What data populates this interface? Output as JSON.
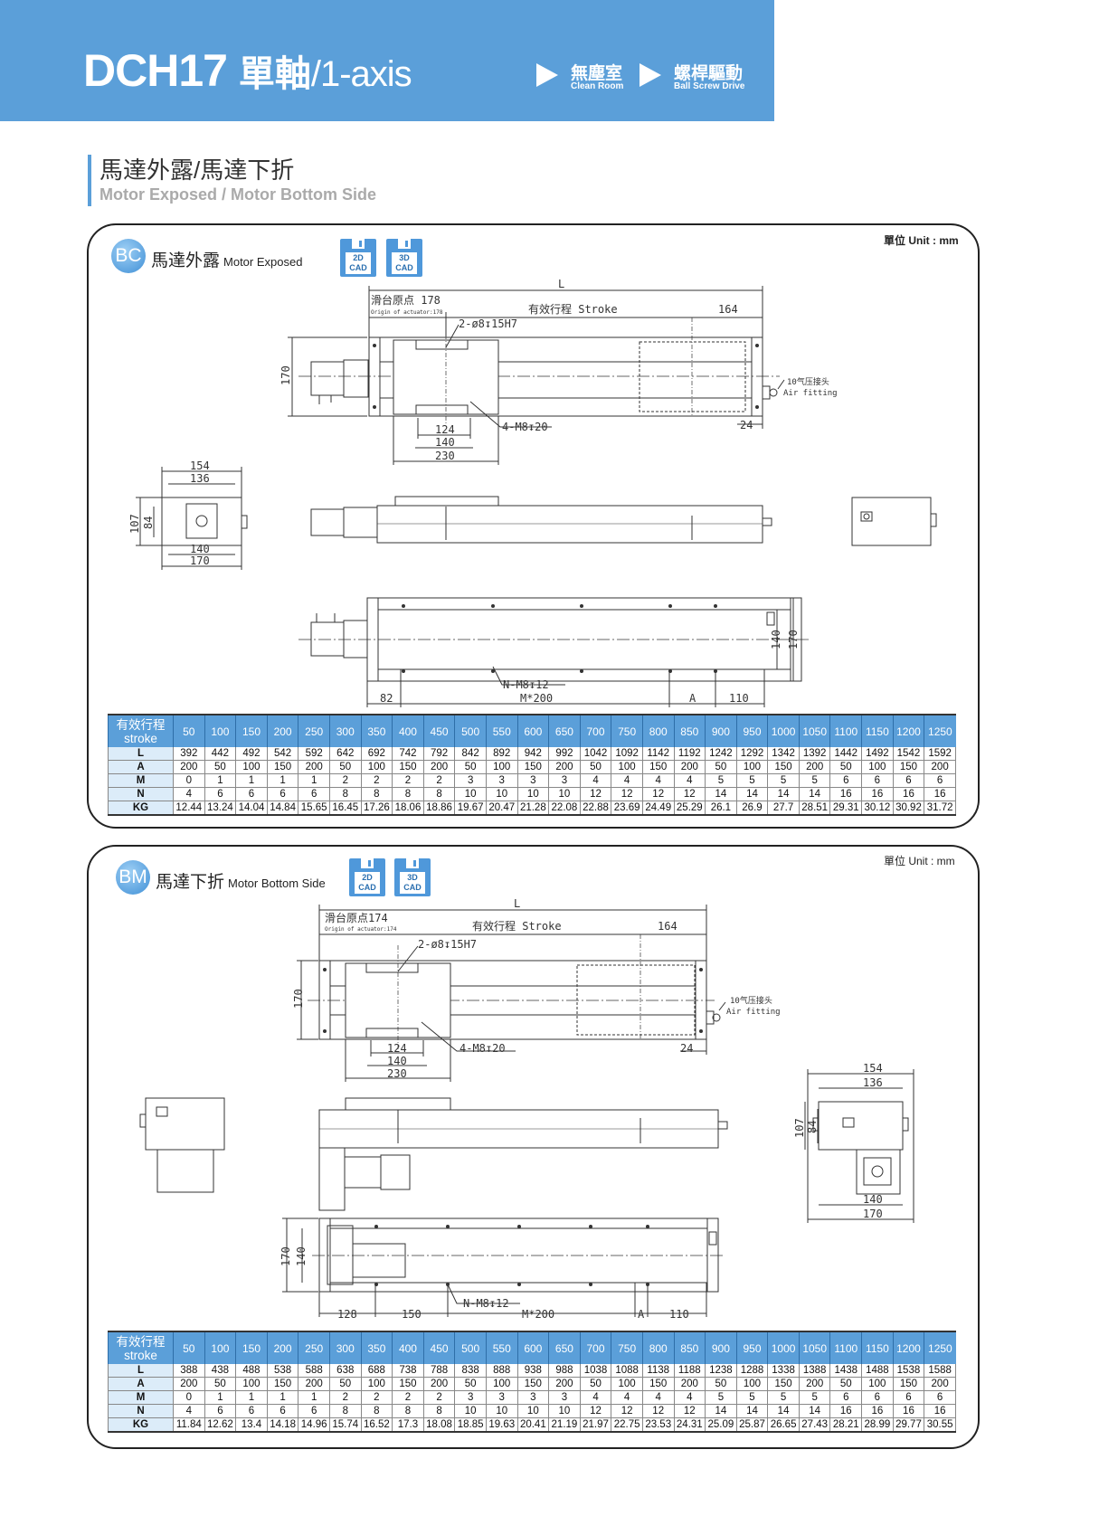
{
  "header": {
    "model": "DCH17",
    "axis_zh": "單軸",
    "axis_en": "/1-axis",
    "tags": [
      {
        "zh": "無塵室",
        "en": "Clean Room"
      },
      {
        "zh": "螺桿驅動",
        "en": "Ball Screw Drive"
      }
    ]
  },
  "section": {
    "title_zh": "馬達外露/馬達下折",
    "title_en": "Motor Exposed / Motor Bottom Side"
  },
  "panels": [
    {
      "badge": "BC",
      "title_zh": "馬達外露",
      "title_en": "Motor Exposed",
      "cad": [
        {
          "top": "2D",
          "bottom": "CAD"
        },
        {
          "top": "3D",
          "bottom": "CAD"
        }
      ],
      "unit": "單位 Unit : mm",
      "labels": {
        "L": "L",
        "origin_zh": "滑台原点 178",
        "origin_en": "Origin of actuator:178",
        "stroke": "有效行程 Stroke",
        "d164": "164",
        "pin": "2-ø8↧15H7",
        "h170": "170",
        "air_zh": "10气压接头",
        "air_en": "Air fitting",
        "d24": "24",
        "tap": "4-M8↧20",
        "d124": "124",
        "d140": "140",
        "d230": "230",
        "e154": "154",
        "e136": "136",
        "e107": "107",
        "e84": "84",
        "e140": "140",
        "e170": "170",
        "b140": "140",
        "b170": "170",
        "b82": "82",
        "bN": "N-M8↧12",
        "bM": "M*200",
        "bA": "A",
        "b110": "110"
      },
      "table": {
        "header_zh": "有效行程",
        "header_en": "stroke",
        "strokes": [
          "50",
          "100",
          "150",
          "200",
          "250",
          "300",
          "350",
          "400",
          "450",
          "500",
          "550",
          "600",
          "650",
          "700",
          "750",
          "800",
          "850",
          "900",
          "950",
          "1000",
          "1050",
          "1100",
          "1150",
          "1200",
          "1250"
        ],
        "rows": [
          {
            "label": "L",
            "values": [
              "392",
              "442",
              "492",
              "542",
              "592",
              "642",
              "692",
              "742",
              "792",
              "842",
              "892",
              "942",
              "992",
              "1042",
              "1092",
              "1142",
              "1192",
              "1242",
              "1292",
              "1342",
              "1392",
              "1442",
              "1492",
              "1542",
              "1592"
            ]
          },
          {
            "label": "A",
            "values": [
              "200",
              "50",
              "100",
              "150",
              "200",
              "50",
              "100",
              "150",
              "200",
              "50",
              "100",
              "150",
              "200",
              "50",
              "100",
              "150",
              "200",
              "50",
              "100",
              "150",
              "200",
              "50",
              "100",
              "150",
              "200"
            ]
          },
          {
            "label": "M",
            "values": [
              "0",
              "1",
              "1",
              "1",
              "1",
              "2",
              "2",
              "2",
              "2",
              "3",
              "3",
              "3",
              "3",
              "4",
              "4",
              "4",
              "4",
              "5",
              "5",
              "5",
              "5",
              "6",
              "6",
              "6",
              "6"
            ]
          },
          {
            "label": "N",
            "values": [
              "4",
              "6",
              "6",
              "6",
              "6",
              "8",
              "8",
              "8",
              "8",
              "10",
              "10",
              "10",
              "10",
              "12",
              "12",
              "12",
              "12",
              "14",
              "14",
              "14",
              "14",
              "16",
              "16",
              "16",
              "16"
            ]
          },
          {
            "label": "KG",
            "values": [
              "12.44",
              "13.24",
              "14.04",
              "14.84",
              "15.65",
              "16.45",
              "17.26",
              "18.06",
              "18.86",
              "19.67",
              "20.47",
              "21.28",
              "22.08",
              "22.88",
              "23.69",
              "24.49",
              "25.29",
              "26.1",
              "26.9",
              "27.7",
              "28.51",
              "29.31",
              "30.12",
              "30.92",
              "31.72"
            ]
          }
        ]
      }
    },
    {
      "badge": "BM",
      "title_zh": "馬達下折",
      "title_en": "Motor Bottom Side",
      "cad": [
        {
          "top": "2D",
          "bottom": "CAD"
        },
        {
          "top": "3D",
          "bottom": "CAD"
        }
      ],
      "unit": "單位 Unit : mm",
      "labels": {
        "L": "L",
        "origin_zh": "滑台原点174",
        "origin_en": "Origin of actuator:174",
        "stroke": "有效行程 Stroke",
        "d164": "164",
        "pin": "2-ø8↧15H7",
        "h170": "170",
        "air_zh": "10气压接头",
        "air_en": "Air fitting",
        "d24": "24",
        "tap": "4-M8↧20",
        "d124": "124",
        "d140": "140",
        "d230": "230",
        "e154": "154",
        "e136": "136",
        "e107": "107",
        "e84": "84",
        "e140": "140",
        "e170": "170",
        "b170": "170",
        "b140": "140",
        "b128": "128",
        "b150": "150",
        "bN": "N-M8↧12",
        "bM": "M*200",
        "bA": "A",
        "b110": "110"
      },
      "table": {
        "header_zh": "有效行程",
        "header_en": "stroke",
        "strokes": [
          "50",
          "100",
          "150",
          "200",
          "250",
          "300",
          "350",
          "400",
          "450",
          "500",
          "550",
          "600",
          "650",
          "700",
          "750",
          "800",
          "850",
          "900",
          "950",
          "1000",
          "1050",
          "1100",
          "1150",
          "1200",
          "1250"
        ],
        "rows": [
          {
            "label": "L",
            "values": [
              "388",
              "438",
              "488",
              "538",
              "588",
              "638",
              "688",
              "738",
              "788",
              "838",
              "888",
              "938",
              "988",
              "1038",
              "1088",
              "1138",
              "1188",
              "1238",
              "1288",
              "1338",
              "1388",
              "1438",
              "1488",
              "1538",
              "1588"
            ]
          },
          {
            "label": "A",
            "values": [
              "200",
              "50",
              "100",
              "150",
              "200",
              "50",
              "100",
              "150",
              "200",
              "50",
              "100",
              "150",
              "200",
              "50",
              "100",
              "150",
              "200",
              "50",
              "100",
              "150",
              "200",
              "50",
              "100",
              "150",
              "200"
            ]
          },
          {
            "label": "M",
            "values": [
              "0",
              "1",
              "1",
              "1",
              "1",
              "2",
              "2",
              "2",
              "2",
              "3",
              "3",
              "3",
              "3",
              "4",
              "4",
              "4",
              "4",
              "5",
              "5",
              "5",
              "5",
              "6",
              "6",
              "6",
              "6"
            ]
          },
          {
            "label": "N",
            "values": [
              "4",
              "6",
              "6",
              "6",
              "6",
              "8",
              "8",
              "8",
              "8",
              "10",
              "10",
              "10",
              "10",
              "12",
              "12",
              "12",
              "12",
              "14",
              "14",
              "14",
              "14",
              "16",
              "16",
              "16",
              "16"
            ]
          },
          {
            "label": "KG",
            "values": [
              "11.84",
              "12.62",
              "13.4",
              "14.18",
              "14.96",
              "15.74",
              "16.52",
              "17.3",
              "18.08",
              "18.85",
              "19.63",
              "20.41",
              "21.19",
              "21.97",
              "22.75",
              "23.53",
              "24.31",
              "25.09",
              "25.87",
              "26.65",
              "27.43",
              "28.21",
              "28.99",
              "29.77",
              "30.55"
            ]
          }
        ]
      }
    }
  ],
  "colors": {
    "brand": "#5b9fd9",
    "row_label_bg": "#dcecf9"
  }
}
